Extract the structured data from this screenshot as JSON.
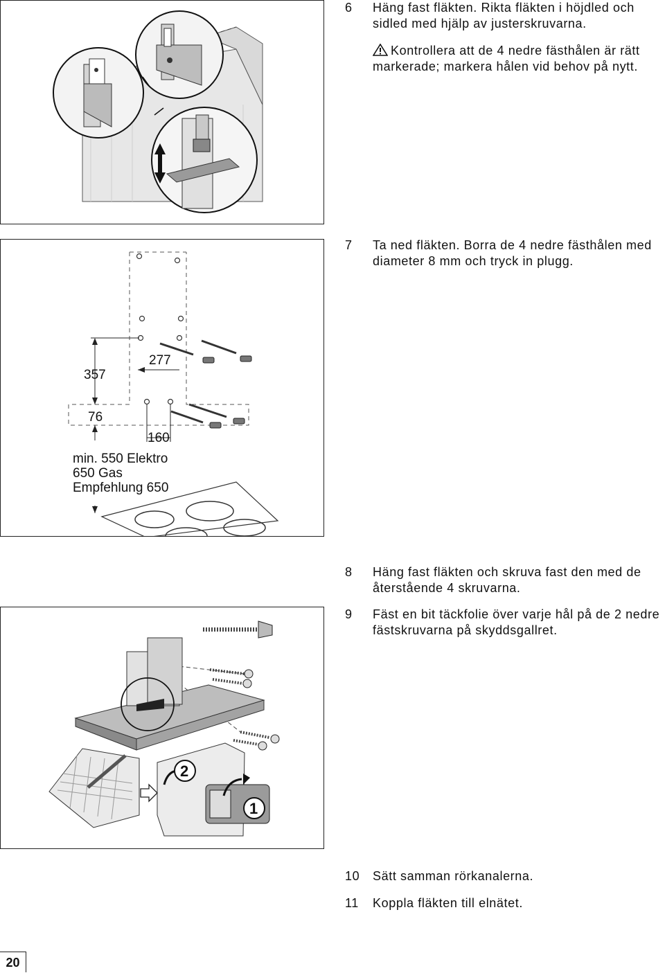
{
  "steps": [
    {
      "number": "6",
      "text": "Häng fast fläkten. Rikta fläkten i höjdled och sidled med hjälp av justerskruvarna."
    },
    {
      "warning_icon": "warning-triangle-icon",
      "text": "Kontrollera att de 4 nedre fästhålen är rätt markerade; markera hålen vid behov på nytt."
    },
    {
      "number": "7",
      "text": "Ta ned fläkten. Borra de 4 nedre fästhålen med diameter 8 mm och tryck in plugg."
    },
    {
      "number": "8",
      "text": "Häng fast fläkten och skruva fast den med de återstående 4 skruvarna."
    },
    {
      "number": "9",
      "text": "Fäst en bit täckfolie över varje hål på de 2 nedre fästskruvarna på skyddsgallret."
    },
    {
      "number": "10",
      "text": "Sätt samman rörkanalerna."
    },
    {
      "number": "11",
      "text": "Koppla fläkten till elnätet."
    }
  ],
  "figure2": {
    "dim_357": "357",
    "dim_277": "277",
    "dim_76": "76",
    "dim_160": "160",
    "note_line1": "min. 550 Elektro",
    "note_line2": "650 Gas",
    "note_line3": "Empfehlung 650"
  },
  "figure3": {
    "callout_2": "2",
    "callout_1": "1"
  },
  "page_number": "20"
}
